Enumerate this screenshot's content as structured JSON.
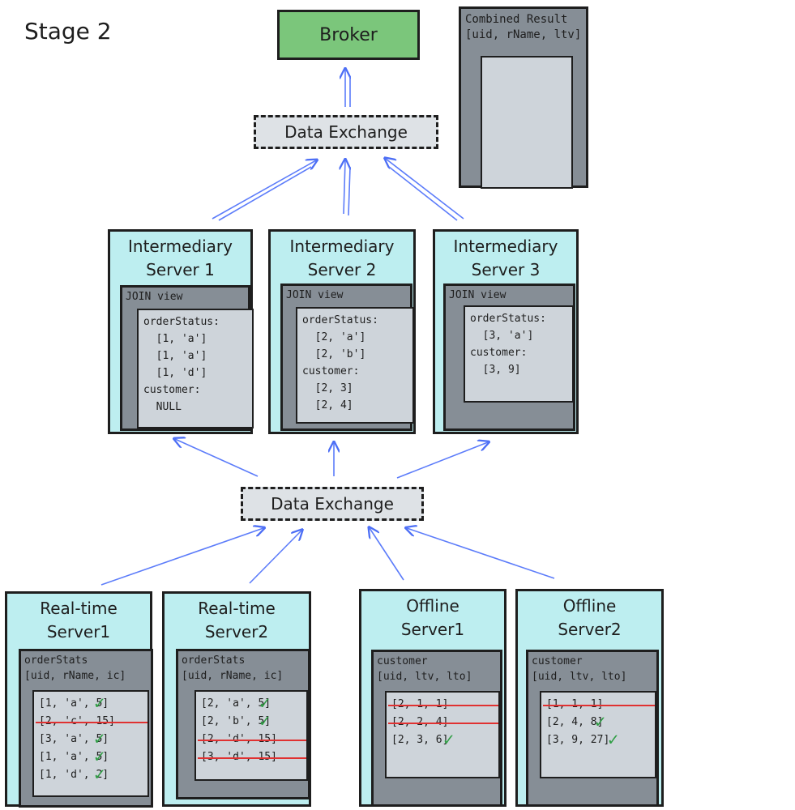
{
  "stage_title": "Stage 2",
  "broker_label": "Broker",
  "combined_result": {
    "title": "Combined Result",
    "columns": "[uid, rName, ltv]"
  },
  "top_exchange_label": "Data Exchange",
  "bottom_exchange_label": "Data Exchange",
  "intermediary_servers": [
    {
      "title_line1": "Intermediary",
      "title_line2": "Server 1",
      "view_label": "JOIN view",
      "lines": [
        "orderStatus:",
        "  [1, 'a']",
        "  [1, 'a']",
        "  [1, 'd']",
        "customer:",
        "  NULL"
      ]
    },
    {
      "title_line1": "Intermediary",
      "title_line2": "Server 2",
      "view_label": "JOIN view",
      "lines": [
        "orderStatus:",
        "  [2, 'a']",
        "  [2, 'b']",
        "customer:",
        "  [2, 3]",
        "  [2, 4]"
      ]
    },
    {
      "title_line1": "Intermediary",
      "title_line2": "Server 3",
      "view_label": "JOIN view",
      "lines": [
        "orderStatus:",
        "  [3, 'a']",
        "customer:",
        "  [3, 9]"
      ]
    }
  ],
  "source_servers": [
    {
      "title_line1": "Real-time",
      "title_line2": "Server1",
      "table_name": "orderStats",
      "columns": "[uid, rName, ic]",
      "rows": [
        {
          "text": "[1, 'a', 5]",
          "struck": false,
          "checked": true
        },
        {
          "text": "[2, 'c', 15]",
          "struck": true,
          "checked": false
        },
        {
          "text": "[3, 'a', 5]",
          "struck": false,
          "checked": true
        },
        {
          "text": "[1, 'a', 5]",
          "struck": false,
          "checked": true
        },
        {
          "text": "[1, 'd', 2]",
          "struck": false,
          "checked": true
        }
      ]
    },
    {
      "title_line1": "Real-time",
      "title_line2": "Server2",
      "table_name": "orderStats",
      "columns": "[uid, rName, ic]",
      "rows": [
        {
          "text": "[2, 'a', 5]",
          "struck": false,
          "checked": true
        },
        {
          "text": "[2, 'b', 5]",
          "struck": false,
          "checked": true
        },
        {
          "text": "[2, 'd', 15]",
          "struck": true,
          "checked": false
        },
        {
          "text": "[3, 'd', 15]",
          "struck": true,
          "checked": false
        }
      ]
    },
    {
      "title_line1": "Offline",
      "title_line2": "Server1",
      "table_name": "customer",
      "columns": "[uid, ltv, lto]",
      "rows": [
        {
          "text": "[2, 1, 1]",
          "struck": true,
          "checked": false
        },
        {
          "text": "[2, 2, 4]",
          "struck": true,
          "checked": false
        },
        {
          "text": "[2, 3, 6]",
          "struck": false,
          "checked": true
        }
      ]
    },
    {
      "title_line1": "Offline",
      "title_line2": "Server2",
      "table_name": "customer",
      "columns": "[uid, ltv, lto]",
      "rows": [
        {
          "text": "[1, 1, 1]",
          "struck": true,
          "checked": false
        },
        {
          "text": "[2, 4, 8]",
          "struck": false,
          "checked": true
        },
        {
          "text": "[3, 9, 27]",
          "struck": false,
          "checked": true
        }
      ]
    }
  ],
  "colors": {
    "broker": "#7bc67b",
    "server": "#bdeef0",
    "view": "#868e96",
    "card": "#ced4da",
    "arrow": "#4c6ef5",
    "strike": "#e03131",
    "check": "#2f9e44"
  },
  "icons": {
    "check": "check-icon",
    "arrow": "arrow-icon"
  }
}
